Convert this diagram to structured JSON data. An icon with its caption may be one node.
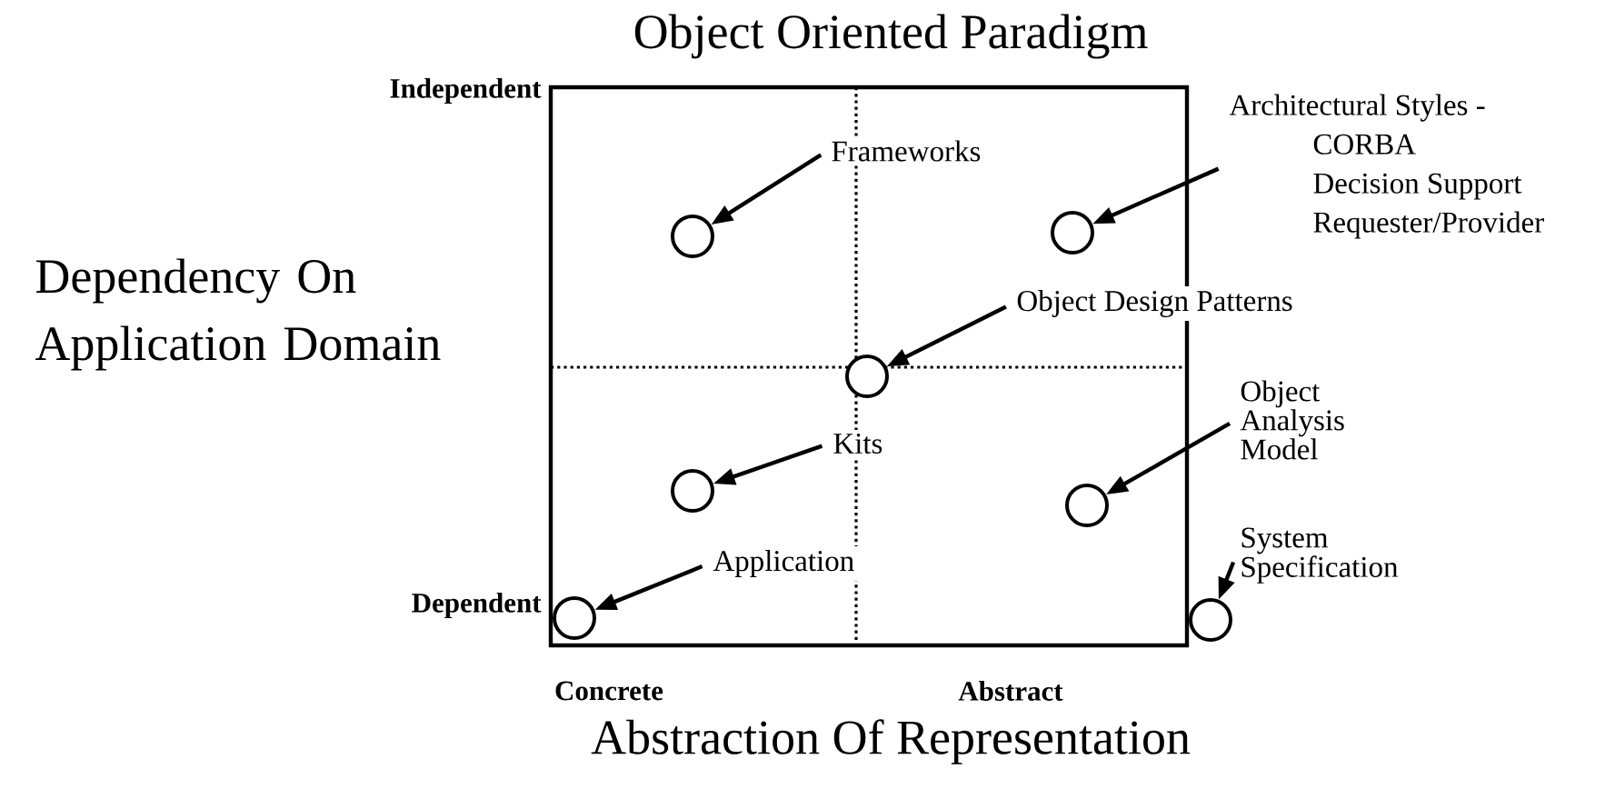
{
  "diagram": {
    "title": "Object Oriented Paradigm",
    "nodes": [
      {
        "text": [
          "Frameworks"
        ]
      },
      {
        "text": [
          "Architectural Styles -",
          "CORBA",
          "Decision Support",
          "Requester/Provider"
        ]
      },
      {
        "text": [
          "Object Design Patterns"
        ]
      },
      {
        "text": [
          "Kits"
        ]
      },
      {
        "text": [
          "Object Analysis Model"
        ]
      },
      {
        "text": [
          "Application"
        ]
      },
      {
        "text": [
          "System Specification"
        ]
      },
      {
        "text": [],
        "shape": "circle"
      },
      {
        "text": [],
        "shape": "circle"
      },
      {
        "text": [],
        "shape": "circle"
      },
      {
        "text": [],
        "shape": "circle"
      },
      {
        "text": [],
        "shape": "circle"
      },
      {
        "text": [],
        "shape": "circle"
      },
      {
        "text": [],
        "shape": "circle"
      }
    ],
    "edges": [
      {
        "from": 0,
        "to": 7,
        "arrow": "to"
      },
      {
        "from": 1,
        "to": 8,
        "arrow": "to"
      },
      {
        "from": 2,
        "to": 9,
        "arrow": "to"
      },
      {
        "from": 3,
        "to": 10,
        "arrow": "to"
      },
      {
        "from": 4,
        "to": 11,
        "arrow": "to"
      },
      {
        "from": 5,
        "to": 12,
        "arrow": "to"
      },
      {
        "from": 6,
        "to": 13,
        "arrow": "to"
      }
    ],
    "labels": [
      "Independent",
      "Dependency On Application Domain",
      "Dependent",
      "Concrete",
      "Abstract",
      "Abstraction Of Representation"
    ]
  }
}
